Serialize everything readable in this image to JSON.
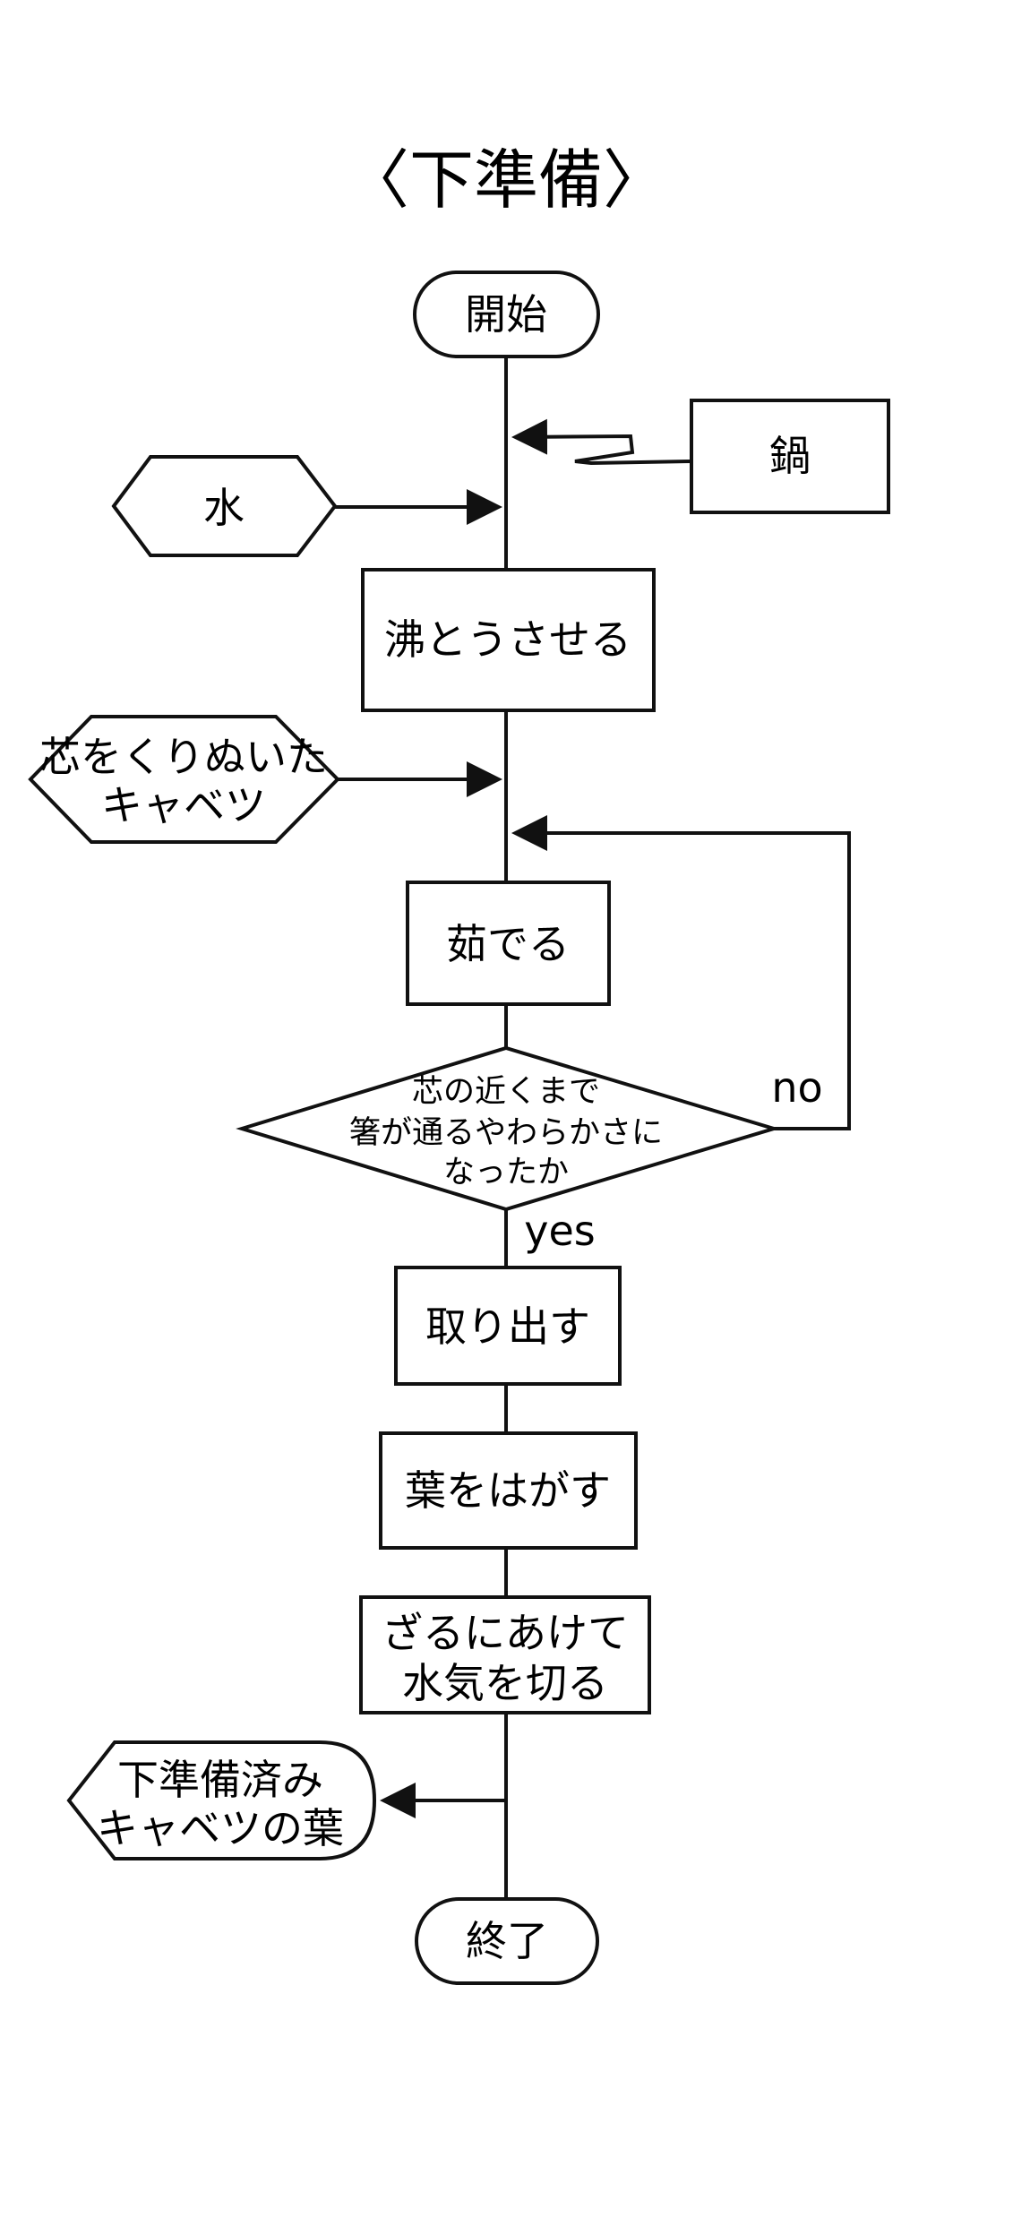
{
  "title": "〈下準備〉",
  "nodes": {
    "start": "開始",
    "pot": "鍋",
    "water": "水",
    "boil": "沸とうさせる",
    "cabbage_line1": "芯をくりぬいた",
    "cabbage_line2": "キャベツ",
    "simmer": "茹でる",
    "decision_line1": "芯の近くまで",
    "decision_line2": "箸が通るやわらかさに",
    "decision_line3": "なったか",
    "take_out": "取り出す",
    "peel": "葉をはがす",
    "drain_line1": "ざるにあけて",
    "drain_line2": "水気を切る",
    "output_line1": "下準備済み",
    "output_line2": "キャベツの葉",
    "end": "終了"
  },
  "edges": {
    "no": "no",
    "yes": "yes"
  },
  "colors": {
    "stroke": "#111111",
    "background": "#ffffff"
  }
}
